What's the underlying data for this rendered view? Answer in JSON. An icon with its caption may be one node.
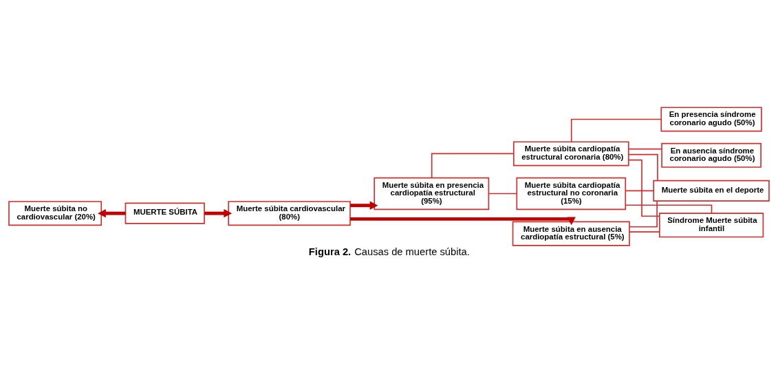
{
  "diagram": {
    "caption": "**Figura 2.** Causas de muerte súbita.",
    "nodes": [
      {
        "text": [
          "En presencia síndrome coronario agudo (50%)"
        ]
      },
      {
        "text": [
          "En ausencia síndrome coronario agudo (50%)"
        ]
      },
      {
        "text": [
          "Muerte súbita cardiopatía estructural coronaria (80%)"
        ]
      },
      {
        "text": [
          "Muerte súbita cardiopatía estructural no coronaria (15%)"
        ]
      },
      {
        "text": [
          "Muerte súbita en presencia cardiopatía estructural (95%)"
        ]
      },
      {
        "text": [
          "Muerte súbita no cardiovascular (20%)"
        ]
      },
      {
        "text": [
          "MUERTE SÚBITA"
        ]
      },
      {
        "text": [
          "Muerte súbita cardiovascular (80%)"
        ]
      },
      {
        "text": [
          "Muerte súbita en el deporte"
        ]
      },
      {
        "text": [
          "Muerte súbita en ausencia cardiopatía estructural (5%)"
        ]
      },
      {
        "text": [
          "Síndrome Muerte súbita infantil"
        ]
      }
    ],
    "edges": [
      {
        "from": 6,
        "to": 5,
        "arrow": "to",
        "style": "thick"
      },
      {
        "from": 6,
        "to": 7,
        "arrow": "to",
        "style": "thick"
      },
      {
        "from": 7,
        "to": 4,
        "arrow": "to",
        "style": "thick"
      },
      {
        "from": 7,
        "to": 9,
        "arrow": "to",
        "style": "thick"
      },
      {
        "from": 4,
        "to": 2,
        "arrow": "none"
      },
      {
        "from": 4,
        "to": 3,
        "arrow": "none"
      },
      {
        "from": 2,
        "to": 0,
        "arrow": "none"
      },
      {
        "from": 2,
        "to": 1,
        "arrow": "none"
      },
      {
        "from": 9,
        "to": 8,
        "arrow": "none"
      },
      {
        "from": 9,
        "to": 10,
        "arrow": "none"
      },
      {
        "from": 2,
        "to": 8,
        "arrow": "none"
      },
      {
        "from": 2,
        "to": 10,
        "arrow": "none"
      },
      {
        "from": 3,
        "to": 8,
        "arrow": "none"
      },
      {
        "from": 3,
        "to": 10,
        "arrow": "none"
      }
    ]
  }
}
